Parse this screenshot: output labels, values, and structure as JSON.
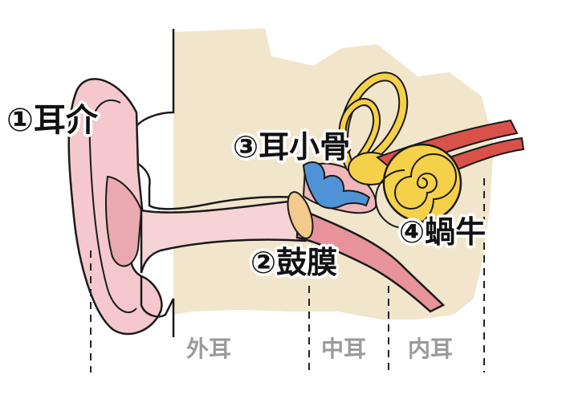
{
  "colors": {
    "background_skin": "#f1e6cc",
    "outline": "#1a1a1a",
    "pinna": "#f4c8cc",
    "pinna_shade": "#eaa9b0",
    "canal": "#f6d3d5",
    "eardrum": "#f3c98d",
    "ossicle": "#4f93d6",
    "cochlea": "#f5d14a",
    "nerve": "#d9524a",
    "tube": "#e8939a",
    "region_text": "#9a9a9a"
  },
  "labels": {
    "auricle": "①耳介",
    "eardrum": "②鼓膜",
    "ossicles": "③耳小骨",
    "cochlea": "④蝸牛"
  },
  "regions": {
    "outer_ear": "外耳",
    "middle_ear": "中耳",
    "inner_ear": "内耳"
  }
}
